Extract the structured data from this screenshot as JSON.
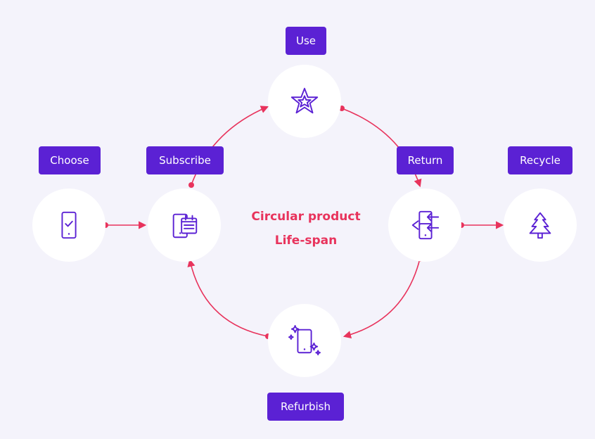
{
  "center": {
    "line1": "Circular product",
    "line2": "Life-span"
  },
  "stages": {
    "choose": {
      "label": "Choose",
      "icon": "phone-check-icon"
    },
    "subscribe": {
      "label": "Subscribe",
      "icon": "phone-calendar-icon"
    },
    "use": {
      "label": "Use",
      "icon": "star-icon"
    },
    "return": {
      "label": "Return",
      "icon": "devices-return-icon"
    },
    "recycle": {
      "label": "Recycle",
      "icon": "tree-icon"
    },
    "refurbish": {
      "label": "Refurbish",
      "icon": "phone-sparkle-icon"
    }
  },
  "colors": {
    "background": "#f4f3fb",
    "label_bg": "#5b21d4",
    "icon": "#5b21d4",
    "arrow": "#e8335c",
    "center_text": "#e8335c"
  }
}
